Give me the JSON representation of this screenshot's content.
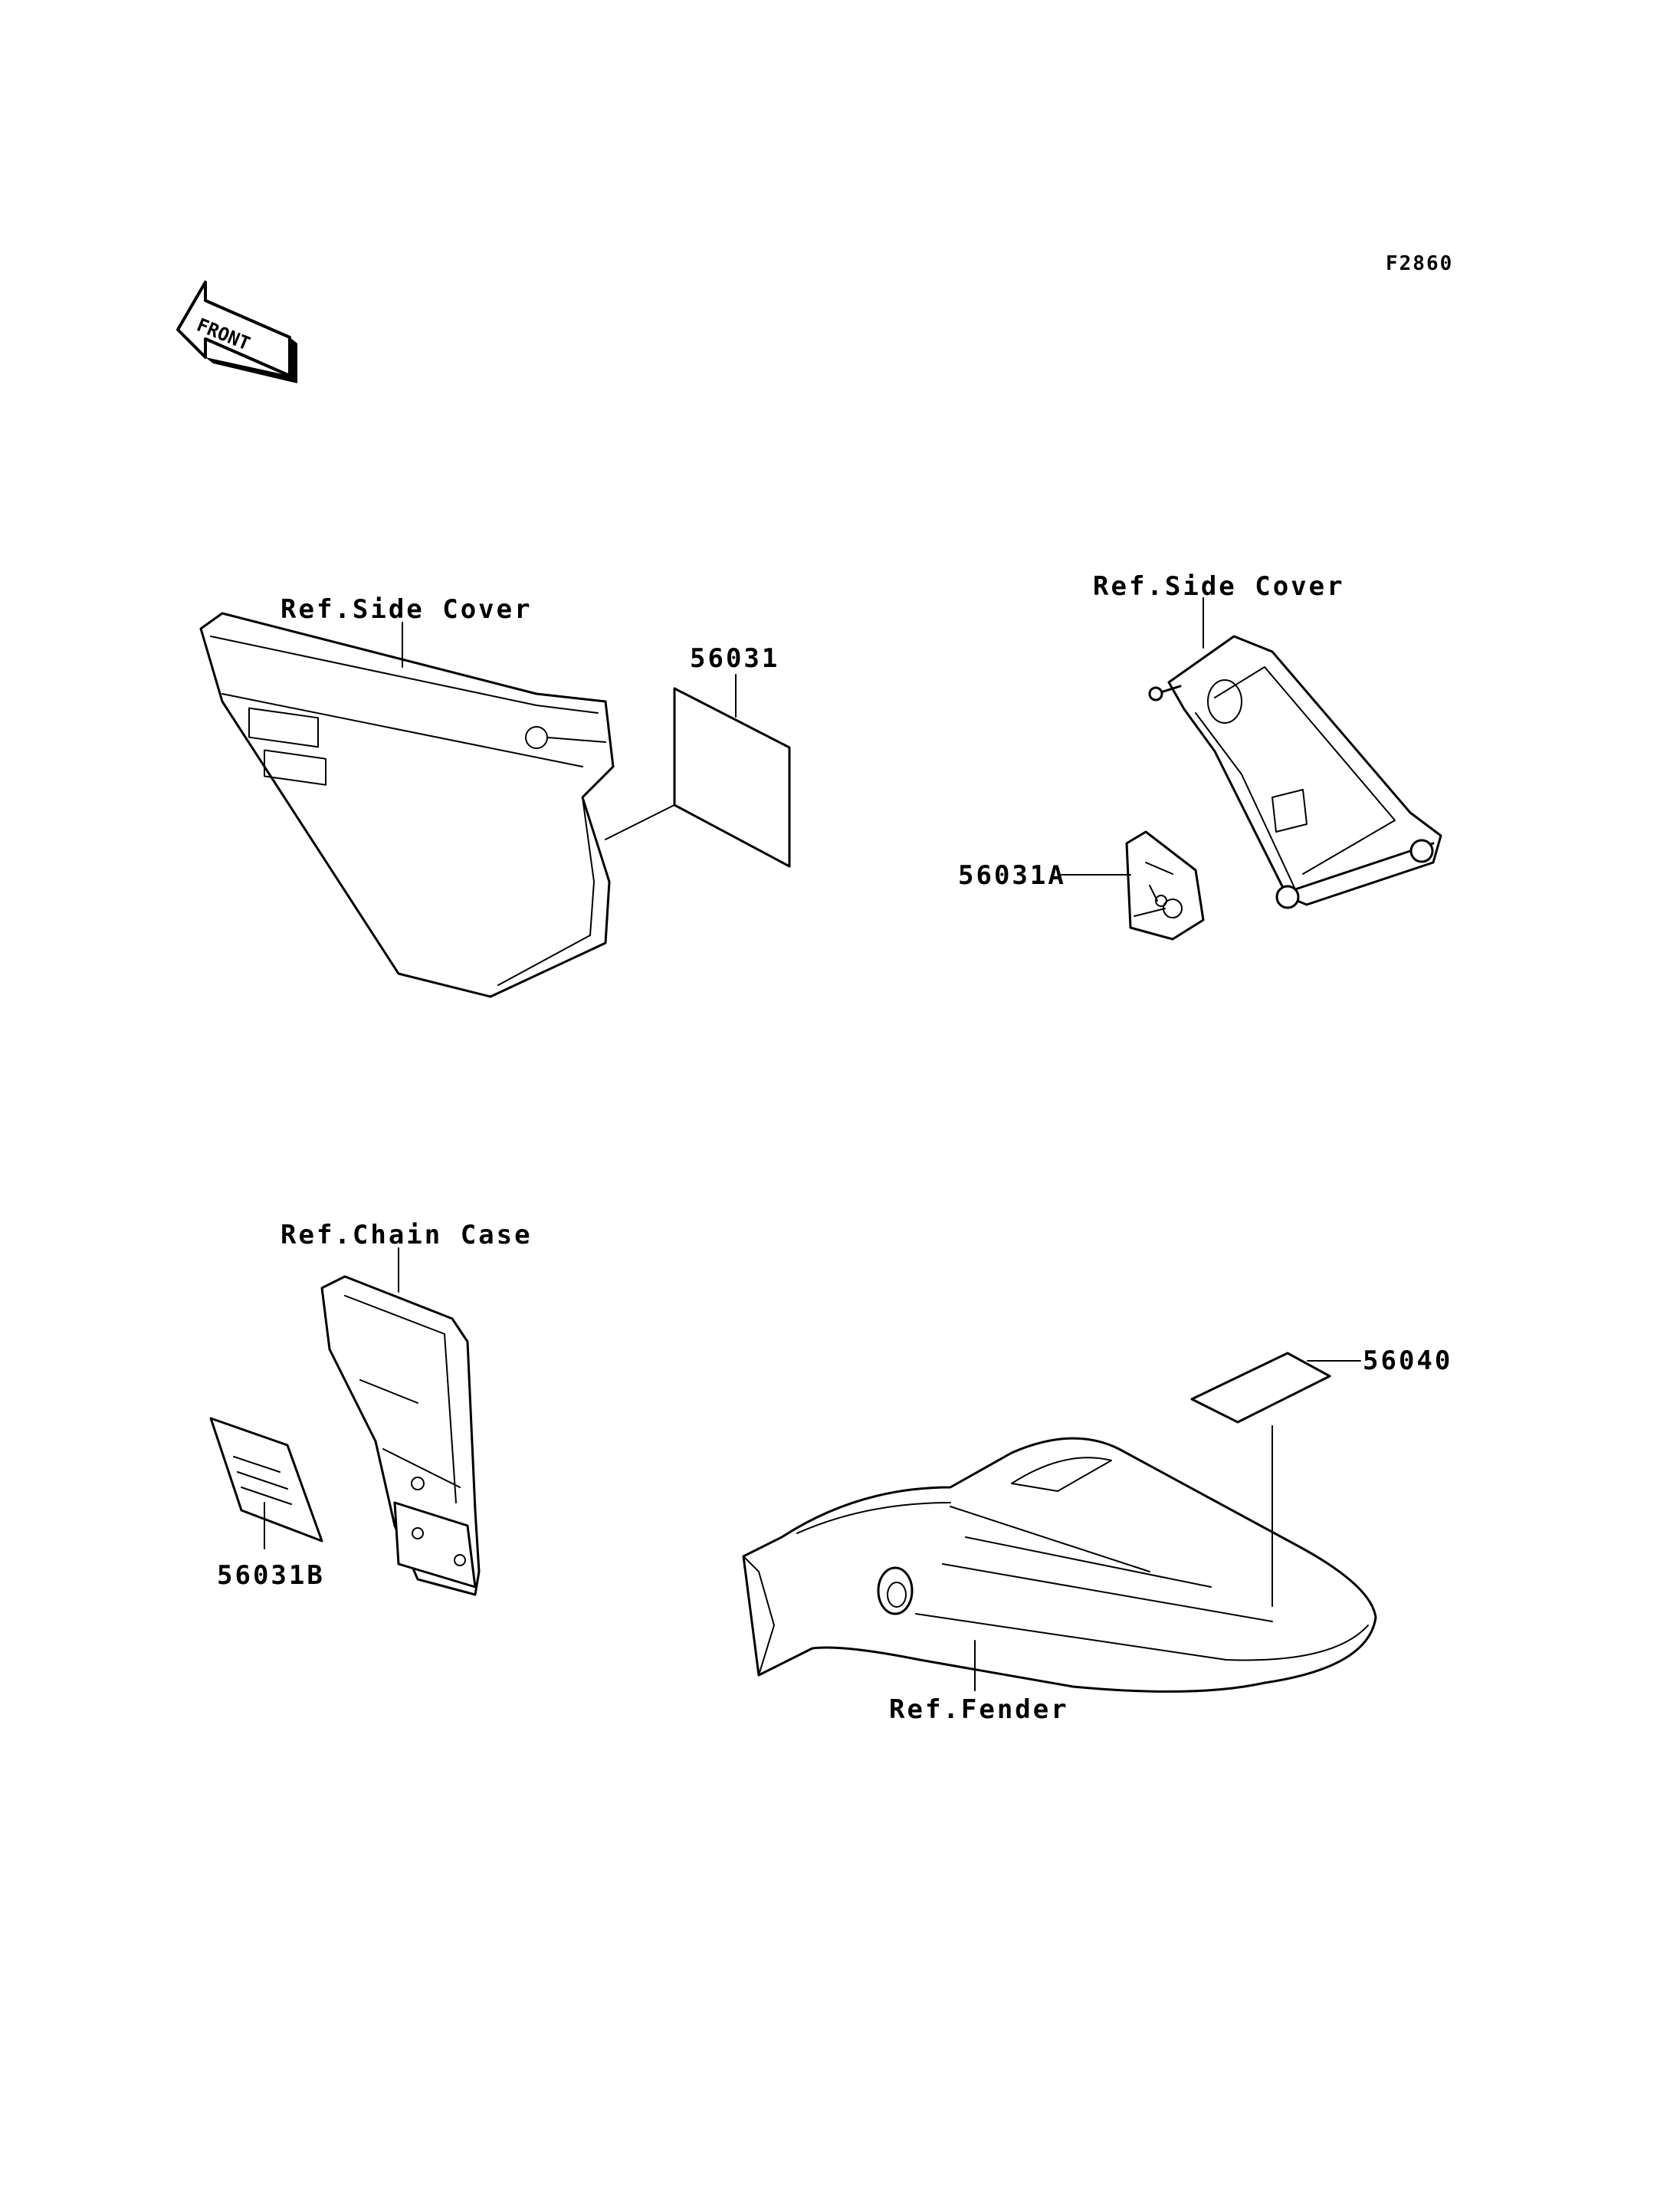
{
  "figure_code": "F2860",
  "front_arrow": {
    "text": "FRONT",
    "icon": "front-arrow-icon"
  },
  "callouts": {
    "side_cover_left": "Ref.Side Cover",
    "side_cover_right": "Ref.Side Cover",
    "chain_case": "Ref.Chain Case",
    "fender": "Ref.Fender",
    "part_56031": "56031",
    "part_56031A": "56031A",
    "part_56031B": "56031B",
    "part_56040": "56040"
  }
}
